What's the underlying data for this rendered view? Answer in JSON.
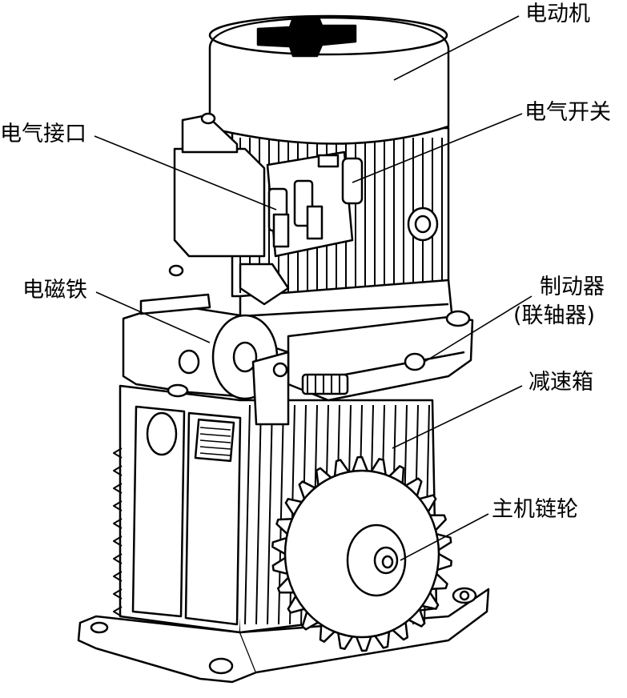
{
  "labels": {
    "motor": "电动机",
    "electric_switch": "电气开关",
    "electric_interface": "电气接口",
    "electromagnet": "电磁铁",
    "brake": "制动器",
    "brake_sub": "(联轴器)",
    "reduction_gearbox": "减速箱",
    "main_sprocket": "主机链轮"
  },
  "colors": {
    "line": "#000000",
    "fill": "#ffffff"
  }
}
